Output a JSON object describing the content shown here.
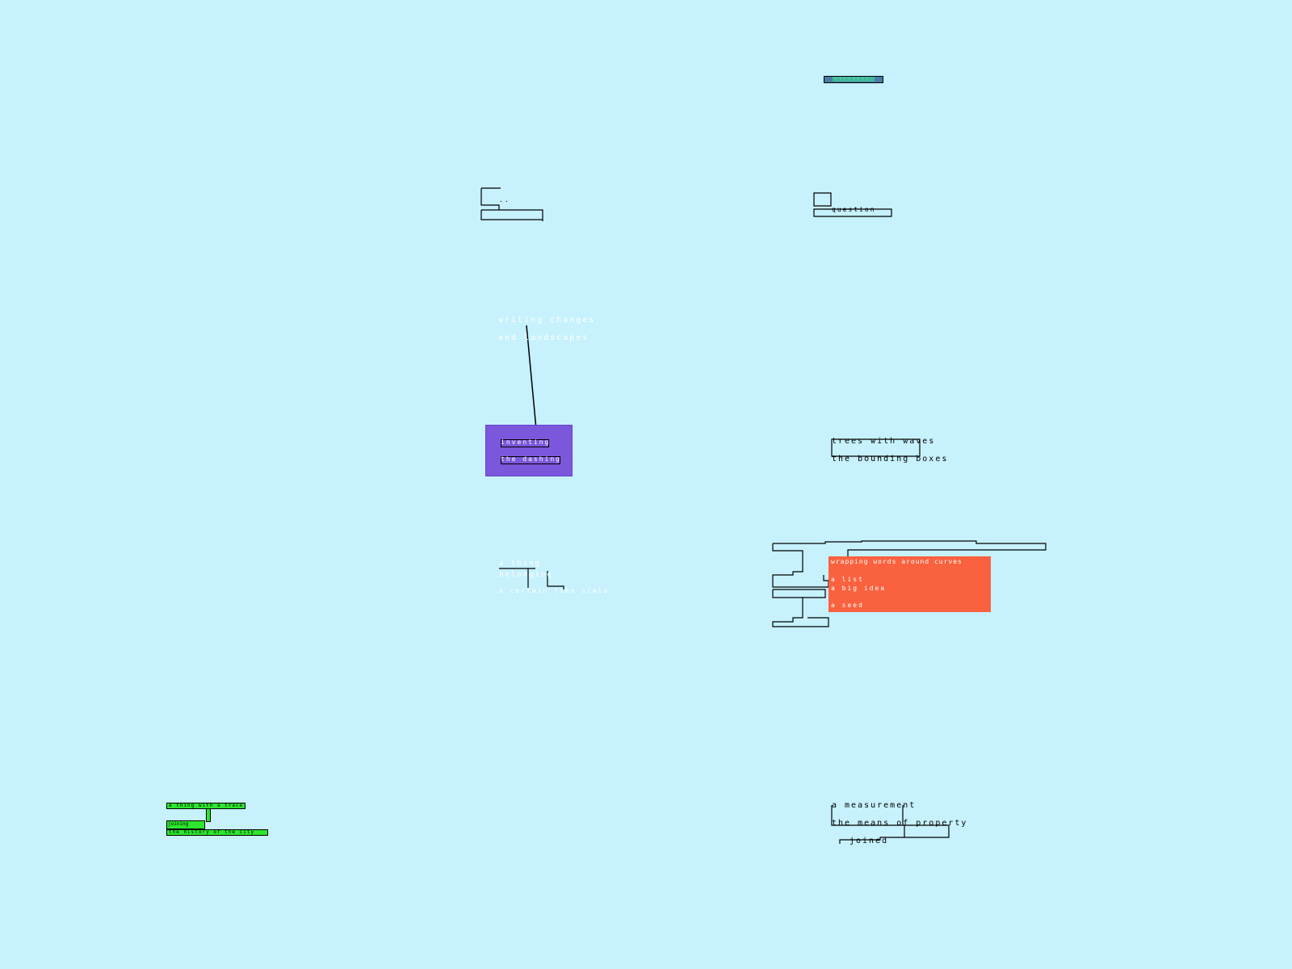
{
  "nodes": {
    "top_badge": {
      "text": "········"
    },
    "node_left_upper": {
      "text": "··"
    },
    "node_right_upper": {
      "text": "question"
    },
    "note_writing": {
      "line1": "writing changes",
      "line2": "and landscapes"
    },
    "purple_box": {
      "line1": "inventing",
      "line2": "the dashing"
    },
    "node_belonging": {
      "line1": "a thing",
      "line2": "belonging",
      "line3": "a certain time scale"
    },
    "note_trees": {
      "line1": "trees with waves",
      "line2": "the bounding boxes"
    },
    "orange_box": {
      "line1": "wrapping words around curves",
      "line2": "a list",
      "line3": "a big idea",
      "line4": "a seed"
    },
    "green_node": {
      "line1": "a thing with a trace",
      "line2": "joining",
      "line3": "the history of the city"
    },
    "note_measurement": {
      "line1": "a measurement",
      "line2": "the means of property",
      "line3": "joined"
    }
  },
  "colors": {
    "background": "#c6f1fd",
    "purple": "#7b57db",
    "orange": "#fa613e",
    "green": "#2ee62e",
    "badge": "#4c7ba6",
    "badge_inner": "#3fb89a"
  }
}
